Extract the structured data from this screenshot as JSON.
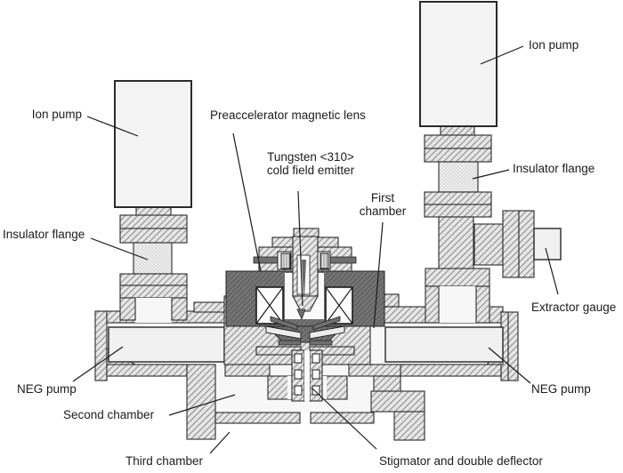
{
  "diagram": {
    "labels": {
      "ion_pump_left": "Ion pump",
      "ion_pump_right": "Ion pump",
      "preaccelerator_lens": "Preaccelerator magnetic lens",
      "tungsten_emitter": "Tungsten <310>\ncold field emitter",
      "first_chamber": "First\nchamber",
      "insulator_flange_left": "Insulator flange",
      "insulator_flange_right": "Insulator flange",
      "extractor_gauge": "Extractor gauge",
      "neg_pump_left": "NEG pump",
      "neg_pump_right": "NEG pump",
      "second_chamber": "Second chamber",
      "third_chamber": "Third chamber",
      "stigmator_deflector": "Stigmator and double deflector"
    },
    "colors": {
      "background": "#ffffff",
      "line": "#1c1c1c",
      "metal_hatch_fill": "#e8e8e8",
      "metal_hatch_stroke": "#9c9c9c",
      "dark_yoke": "#757575",
      "insulator_fill": "#ededed",
      "vessel_body_fill": "#f3f3f3",
      "cavity_fill": "#f7f7f7"
    }
  }
}
